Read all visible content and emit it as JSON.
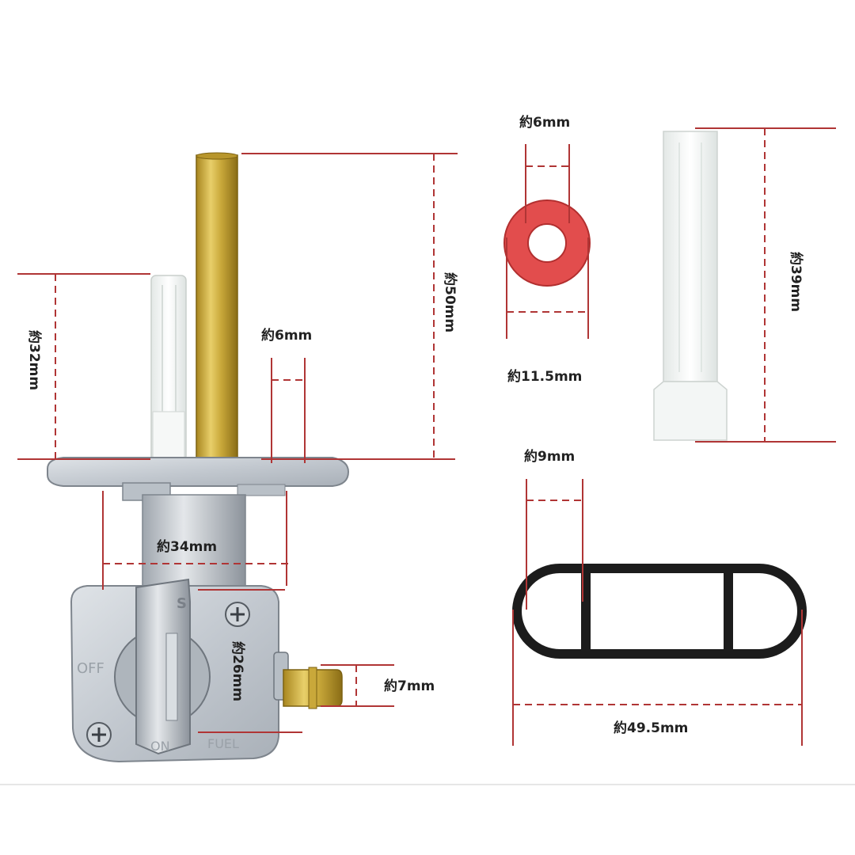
{
  "colors": {
    "dimension_line": "#b03535",
    "brass": "#c9a83a",
    "metal": "#c7ccd2",
    "washer": "#e04a4a",
    "filter": "#f4f6f5",
    "gasket": "#1c1c1c"
  },
  "labels": {
    "pipe_height": "約50mm",
    "pipe_diameter": "約6mm",
    "filter_height": "約32mm",
    "flange_width": "約34mm",
    "body_height": "約26mm",
    "nozzle_diameter": "約7mm",
    "washer_inner": "約6mm",
    "washer_outer": "約11.5mm",
    "long_filter_height": "約39mm",
    "gasket_opening": "約9mm",
    "gasket_length": "約49.5mm"
  },
  "valve_markings": {
    "off": "OFF",
    "on": "ON",
    "fuel": "FUEL",
    "res": "S"
  }
}
